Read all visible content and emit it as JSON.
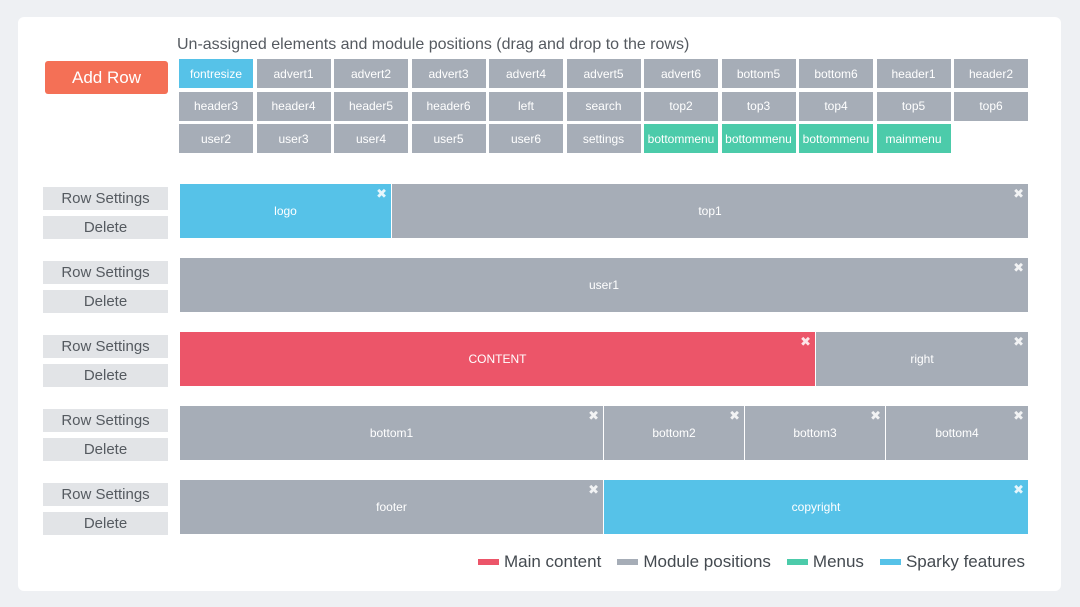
{
  "colors": {
    "main_content": "#ec5569",
    "module_positions": "#a6adb7",
    "menus": "#4ccbaa",
    "sparky_features": "#56c2e8",
    "add_row": "#f47056"
  },
  "toolbar": {
    "add_row_label": "Add Row"
  },
  "pool": {
    "title": "Un-assigned elements and module positions (drag and drop to the rows)",
    "chips": [
      {
        "label": "fontresize",
        "kind": "sparky"
      },
      {
        "label": "advert1",
        "kind": "module"
      },
      {
        "label": "advert2",
        "kind": "module"
      },
      {
        "label": "advert3",
        "kind": "module"
      },
      {
        "label": "advert4",
        "kind": "module"
      },
      {
        "label": "advert5",
        "kind": "module"
      },
      {
        "label": "advert6",
        "kind": "module"
      },
      {
        "label": "bottom5",
        "kind": "module"
      },
      {
        "label": "bottom6",
        "kind": "module"
      },
      {
        "label": "header1",
        "kind": "module"
      },
      {
        "label": "header2",
        "kind": "module"
      },
      {
        "label": "header3",
        "kind": "module"
      },
      {
        "label": "header4",
        "kind": "module"
      },
      {
        "label": "header5",
        "kind": "module"
      },
      {
        "label": "header6",
        "kind": "module"
      },
      {
        "label": "left",
        "kind": "module"
      },
      {
        "label": "search",
        "kind": "module"
      },
      {
        "label": "top2",
        "kind": "module"
      },
      {
        "label": "top3",
        "kind": "module"
      },
      {
        "label": "top4",
        "kind": "module"
      },
      {
        "label": "top5",
        "kind": "module"
      },
      {
        "label": "top6",
        "kind": "module"
      },
      {
        "label": "user2",
        "kind": "module"
      },
      {
        "label": "user3",
        "kind": "module"
      },
      {
        "label": "user4",
        "kind": "module"
      },
      {
        "label": "user5",
        "kind": "module"
      },
      {
        "label": "user6",
        "kind": "module"
      },
      {
        "label": "settings",
        "kind": "module"
      },
      {
        "label": "bottommenu",
        "kind": "menu"
      },
      {
        "label": "bottommenu",
        "kind": "menu"
      },
      {
        "label": "bottommenu",
        "kind": "menu"
      },
      {
        "label": "mainmenu",
        "kind": "menu"
      }
    ]
  },
  "row_controls": {
    "settings_label": "Row Settings",
    "delete_label": "Delete"
  },
  "rows": [
    {
      "cells": [
        {
          "label": "logo",
          "kind": "sparky",
          "span": 0.25
        },
        {
          "label": "top1",
          "kind": "module",
          "span": 0.75
        }
      ]
    },
    {
      "cells": [
        {
          "label": "user1",
          "kind": "module",
          "span": 1.0
        }
      ]
    },
    {
      "cells": [
        {
          "label": "CONTENT",
          "kind": "main",
          "span": 0.75
        },
        {
          "label": "right",
          "kind": "module",
          "span": 0.25
        }
      ]
    },
    {
      "cells": [
        {
          "label": "bottom1",
          "kind": "module",
          "span": 0.5
        },
        {
          "label": "bottom2",
          "kind": "module",
          "span": 0.1667
        },
        {
          "label": "bottom3",
          "kind": "module",
          "span": 0.1667
        },
        {
          "label": "bottom4",
          "kind": "module",
          "span": 0.1667
        }
      ]
    },
    {
      "cells": [
        {
          "label": "footer",
          "kind": "module",
          "span": 0.5
        },
        {
          "label": "copyright",
          "kind": "sparky",
          "span": 0.5
        }
      ]
    }
  ],
  "legend": [
    {
      "label": "Main content",
      "kind": "main"
    },
    {
      "label": "Module positions",
      "kind": "module"
    },
    {
      "label": "Menus",
      "kind": "menu"
    },
    {
      "label": "Sparky features",
      "kind": "sparky"
    }
  ],
  "icons": {
    "remove": "close-icon"
  }
}
